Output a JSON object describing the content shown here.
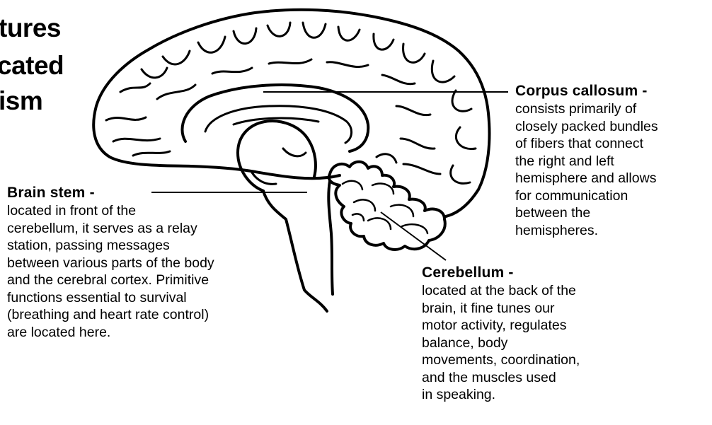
{
  "title": {
    "lines": [
      "tures",
      "cated",
      "ism"
    ]
  },
  "labels": {
    "corpus_callosum": {
      "heading": "Corpus callosum -",
      "lines": [
        "consists primarily of",
        "closely packed bundles",
        "of fibers that connect",
        "the right and left",
        "hemisphere and allows",
        "for communication",
        "between the",
        "hemispheres."
      ]
    },
    "brain_stem": {
      "heading": "Brain stem -",
      "lines": [
        "located in front of the",
        "cerebellum, it serves as a relay",
        "station, passing messages",
        "between various parts of the body",
        "and the cerebral cortex. Primitive",
        "functions essential to survival",
        "(breathing and heart rate control)",
        "are located here."
      ]
    },
    "cerebellum": {
      "heading": "Cerebellum -",
      "lines": [
        "located at the back of the",
        "brain, it fine tunes our",
        "motor activity, regulates",
        "balance, body",
        "movements, coordination,",
        "and the muscles used",
        "in speaking."
      ]
    }
  },
  "colors": {
    "ink": "#000000",
    "background": "#ffffff"
  }
}
